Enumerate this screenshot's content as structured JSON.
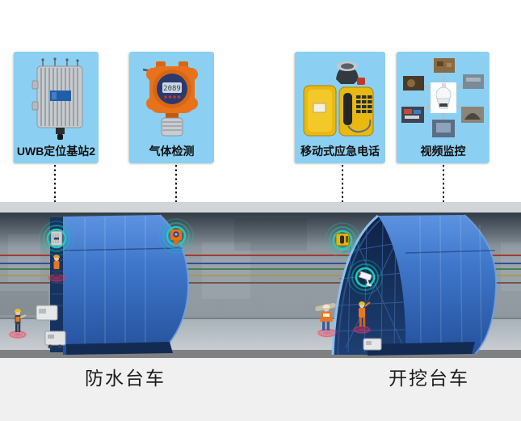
{
  "callouts": [
    {
      "label": "UWB定位基站2"
    },
    {
      "label": "气体检测",
      "display_value": "2089"
    },
    {
      "label": "移动式应急电话"
    },
    {
      "label": "视频监控"
    }
  ],
  "scene": {
    "left_trolley_label": "防水台车",
    "right_trolley_label": "开挖台车"
  },
  "colors": {
    "callout_bg": "#8bd0f2",
    "marker_teal": "#14c4ae",
    "worker_highlight_red": "#ff3355",
    "trolley_blue": "#3a71c4",
    "leader_dash": "#1c1c1c"
  }
}
